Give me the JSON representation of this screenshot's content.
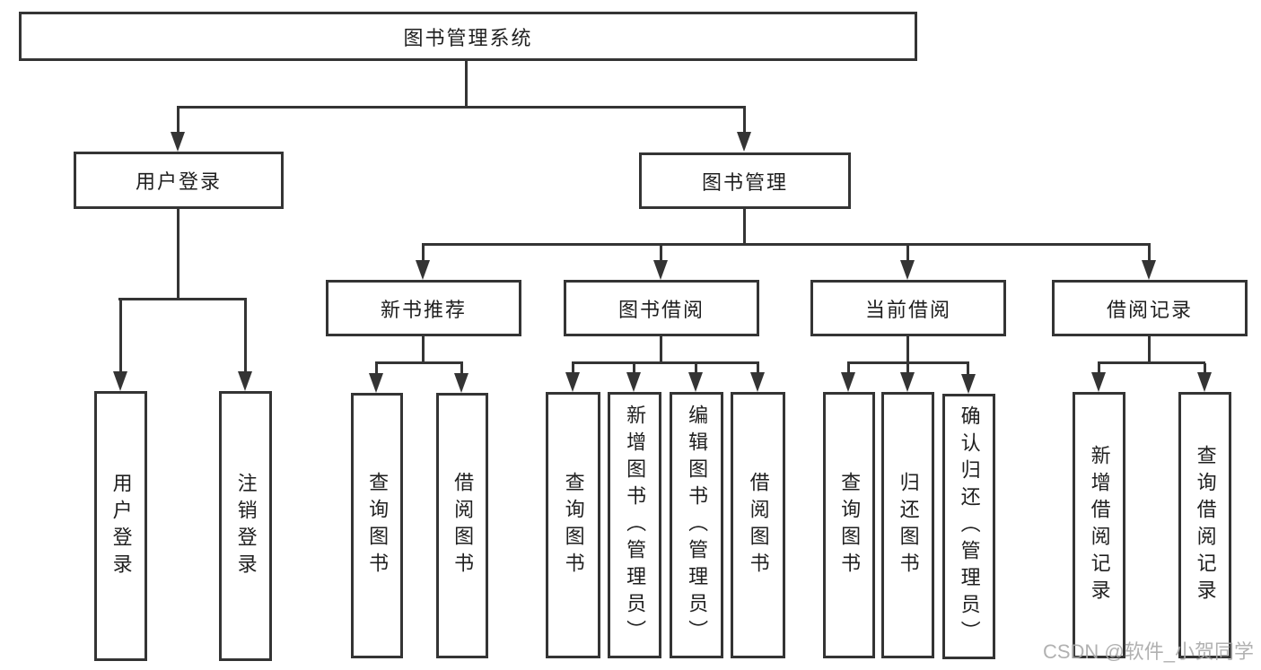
{
  "diagram": {
    "title": "图书管理系统",
    "level2": {
      "user_login": "用户登录",
      "book_mgmt": "图书管理"
    },
    "level3": {
      "new_book_rec": "新书推荐",
      "book_borrow": "图书借阅",
      "current_borrow": "当前借阅",
      "borrow_record": "借阅记录"
    },
    "leaves": {
      "user_login_leaf": "用户登录",
      "logout": "注销登录",
      "query_books_1": "查询图书",
      "borrow_books_1": "借阅图书",
      "query_books_2": "查询图书",
      "add_book_admin": "新增图书（管理员）",
      "edit_book_admin": "编辑图书（管理员）",
      "borrow_books_2": "借阅图书",
      "query_books_3": "查询图书",
      "return_books": "归还图书",
      "confirm_return_admin": "确认归还（管理员）",
      "add_borrow_record": "新增借阅记录",
      "query_borrow_record": "查询借阅记录"
    }
  },
  "watermark": {
    "text": "CSDN @软件_小贺同学"
  },
  "colors": {
    "line": "#343434",
    "text": "#1f1f1f",
    "watermark": "#a9a9a9",
    "background": "#ffffff"
  }
}
